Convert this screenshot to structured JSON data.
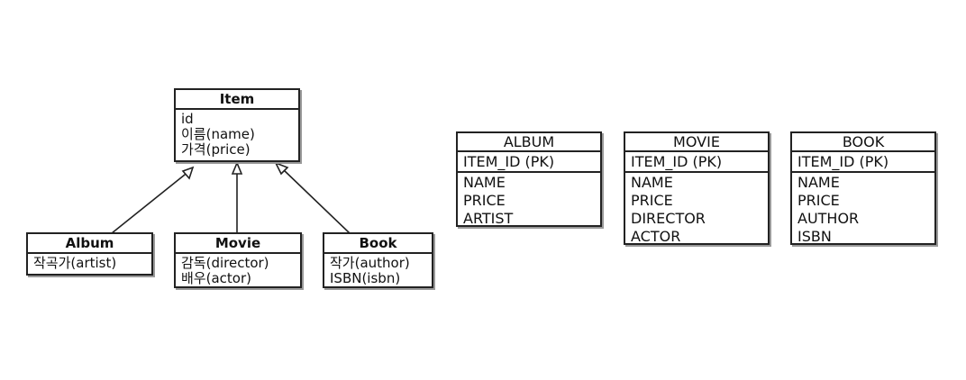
{
  "class_diagram": {
    "parent": {
      "name": "Item",
      "attributes": [
        "id",
        "이름(name)",
        "가격(price)"
      ]
    },
    "children": [
      {
        "key": "album",
        "name": "Album",
        "attributes": [
          "작곡가(artist)"
        ]
      },
      {
        "key": "movie",
        "name": "Movie",
        "attributes": [
          "감독(director)",
          "배우(actor)"
        ]
      },
      {
        "key": "book",
        "name": "Book",
        "attributes": [
          "작가(author)",
          "ISBN(isbn)"
        ]
      }
    ]
  },
  "tables": [
    {
      "key": "album",
      "name": "ALBUM",
      "pk": "ITEM_ID (PK)",
      "columns": [
        "NAME",
        "PRICE",
        "ARTIST"
      ]
    },
    {
      "key": "movie",
      "name": "MOVIE",
      "pk": "ITEM_ID (PK)",
      "columns": [
        "NAME",
        "PRICE",
        "DIRECTOR",
        "ACTOR"
      ]
    },
    {
      "key": "book",
      "name": "BOOK",
      "pk": "ITEM_ID (PK)",
      "columns": [
        "NAME",
        "PRICE",
        "AUTHOR",
        "ISBN"
      ]
    }
  ]
}
